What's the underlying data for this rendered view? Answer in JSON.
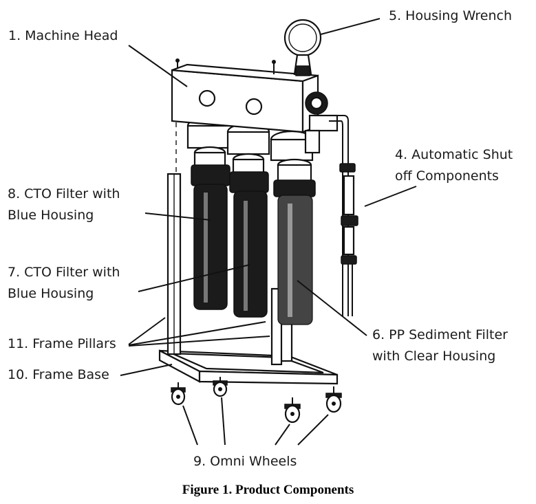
{
  "figure": {
    "caption": "Figure 1. Product Components",
    "labels": {
      "machine_head": "1. Machine Head",
      "housing_wrench": "5. Housing Wrench",
      "auto_shutoff": [
        "4. Automatic Shut",
        "off Components"
      ],
      "cto_filter_8": [
        "8. CTO Filter with",
        "Blue Housing"
      ],
      "cto_filter_7": [
        "7. CTO Filter with",
        "Blue Housing"
      ],
      "pp_sediment": [
        "6. PP Sediment Filter",
        "with Clear Housing"
      ],
      "frame_pillars": "11. Frame Pillars",
      "frame_base": "10. Frame Base",
      "omni_wheels": "9. Omni Wheels"
    }
  }
}
